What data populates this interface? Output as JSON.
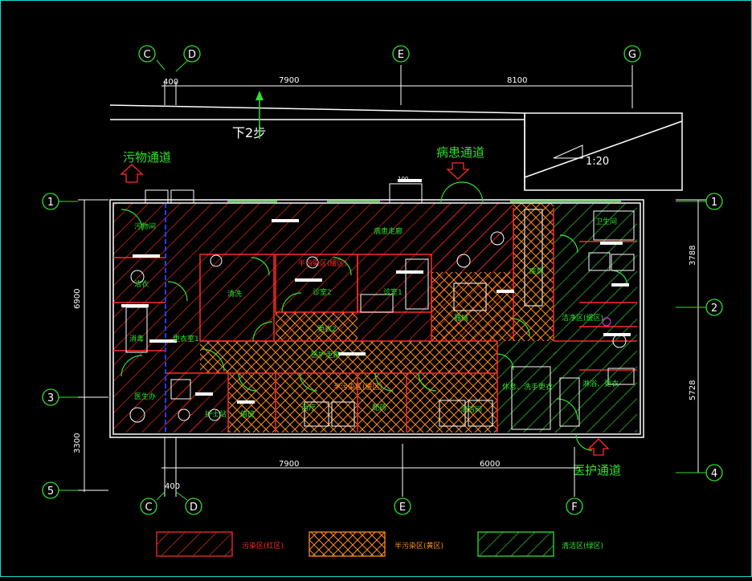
{
  "axes": {
    "top": [
      "C",
      "D",
      "E",
      "G"
    ],
    "bottom": [
      "C",
      "D",
      "E",
      "F"
    ],
    "left": [
      "1",
      "3",
      "5"
    ],
    "right": [
      "1",
      "2",
      "4"
    ]
  },
  "dimensions": {
    "top_c_d": "400",
    "top_d_e": "7900",
    "top_e_g": "8100",
    "bottom_c_d": "400",
    "bottom_d_e": "7900",
    "bottom_e_f": "6000",
    "left_1_3": "6900",
    "left_3_5": "3300",
    "right_1_2": "3788",
    "right_2_4": "5728",
    "door_small": "100"
  },
  "labels": {
    "step_down": "下2步",
    "ramp": "1:20",
    "dirty_passage": "污物通道",
    "patient_passage": "病患通道",
    "medical_passage": "医护通道",
    "rooms": {
      "waste_room": "污物间",
      "patient_corridor": "病患走廊",
      "buffer_top": "半污染区(缓区)",
      "clean_store": "洁衣",
      "wash": "清洗",
      "ward2": "诊室2",
      "ward1": "诊室1",
      "disinfect": "消毒",
      "dressing_1": "更衣室1",
      "dressing_2": "更衣2",
      "equip": "器械",
      "buffer_corridor": "医护走廊",
      "half_dirty": "半污染区(缓区)",
      "doctor_office": "医生办",
      "nurse": "护士站",
      "duty": "值班",
      "treatment": "治疗",
      "dispense": "配药",
      "staff_rest": "休息、洗手更衣",
      "toilet_l": "卫生间",
      "toilet_r": "淋浴、更衣",
      "clean_area": "洁净区(缓区)",
      "store": "库房",
      "clean_room": "清洁间"
    }
  },
  "legend": [
    {
      "label": "污染区(红区)",
      "color": "#ff2a2a",
      "pattern": "diag"
    },
    {
      "label": "半污染区(黄区)",
      "color": "#ff8c1a",
      "pattern": "cross"
    },
    {
      "label": "清洁区(绿区)",
      "color": "#30e030",
      "pattern": "diag"
    }
  ],
  "colors": {
    "axis": "#30e030",
    "wall": "#ffffff",
    "dim": "#e0e0e0",
    "red": "#ff2a2a",
    "orange": "#ff8c1a",
    "green": "#30e030",
    "blue": "#2a3cff",
    "magenta": "#ff30ff"
  }
}
